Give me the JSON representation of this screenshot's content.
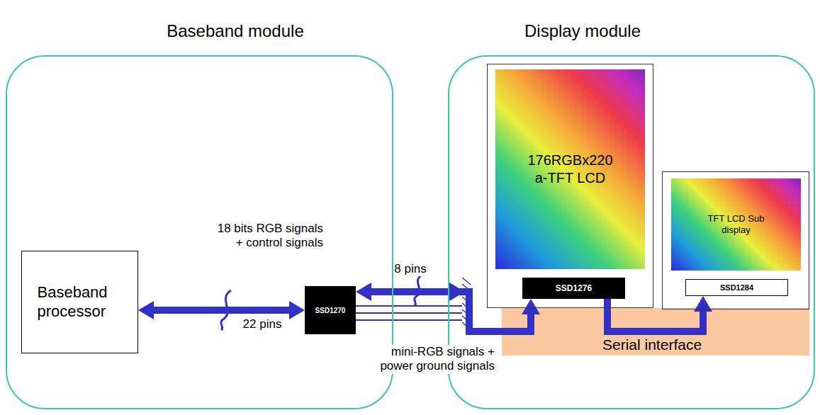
{
  "diagram": {
    "nodes": [
      {
        "text": [
          "Baseband module"
        ]
      },
      {
        "text": [
          "Display module"
        ]
      },
      {
        "text": [
          "Baseband processor"
        ],
        "in": 0
      },
      {
        "text": [
          "SSD1270"
        ],
        "in": 0
      },
      {
        "text": [
          "176RGBx220 a-TFT LCD"
        ],
        "in": 1
      },
      {
        "text": [
          "SSD1276"
        ],
        "in": 4
      },
      {
        "text": [
          "TFT LCD Sub display"
        ],
        "in": 1
      },
      {
        "text": [
          "SSD1284"
        ],
        "in": 6
      },
      {
        "text": [
          "Serial interface"
        ],
        "in": 1
      }
    ],
    "edges": [
      {
        "from": 2,
        "to": 3,
        "arrow": "both",
        "label": "22 pins"
      },
      {
        "from": 3,
        "to": 5,
        "arrow": "both",
        "label": "8 pins"
      },
      {
        "from": 5,
        "to": 7,
        "arrow": "to"
      }
    ],
    "labels": [
      "18 bits RGB signals + control signals",
      "mini-RGB signals + power ground signals"
    ]
  }
}
